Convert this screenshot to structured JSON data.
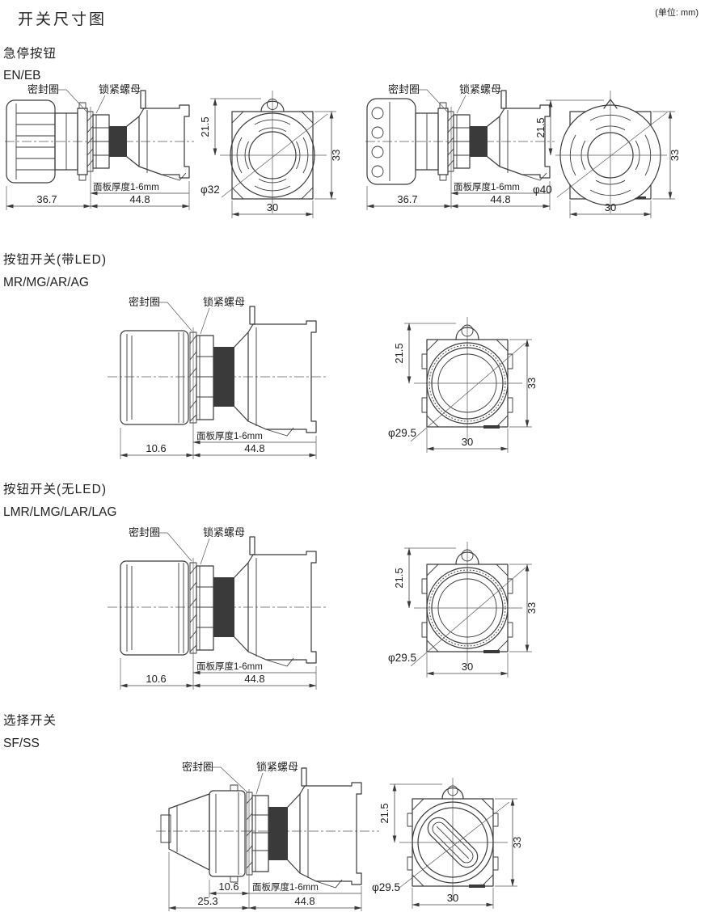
{
  "page": {
    "title": "开关尺寸图",
    "unit_note": "(单位: mm)"
  },
  "callouts": {
    "seal_ring": "密封圈",
    "lock_nut": "锁紧螺母",
    "panel_thickness": "面板厚度1-6mm"
  },
  "sections": [
    {
      "title": "急停按钮",
      "models": "EN/EB",
      "variants": [
        {
          "side": {
            "front_len": "36.7",
            "body_len": "44.8"
          },
          "front": {
            "center_to_top": "21.5",
            "height": "33",
            "diameter": "φ32",
            "width": "30"
          }
        },
        {
          "side": {
            "front_len": "36.7",
            "body_len": "44.8"
          },
          "front": {
            "center_to_top": "21.5",
            "height": "33",
            "diameter": "φ40",
            "width": "30"
          }
        }
      ]
    },
    {
      "title": "按钮开关(带LED)",
      "models": "MR/MG/AR/AG",
      "variants": [
        {
          "side": {
            "front_len": "10.6",
            "body_len": "44.8"
          },
          "front": {
            "center_to_top": "21.5",
            "height": "33",
            "diameter": "φ29.5",
            "width": "30"
          }
        }
      ]
    },
    {
      "title": "按钮开关(无LED)",
      "models": "LMR/LMG/LAR/LAG",
      "variants": [
        {
          "side": {
            "front_len": "10.6",
            "body_len": "44.8"
          },
          "front": {
            "center_to_top": "21.5",
            "height": "33",
            "diameter": "φ29.5",
            "width": "30"
          }
        }
      ]
    },
    {
      "title": "选择开关",
      "models": "SF/SS",
      "variants": [
        {
          "side": {
            "front_len": "10.6",
            "knob_len": "25.3",
            "body_len": "44.8"
          },
          "front": {
            "center_to_top": "21.5",
            "height": "33",
            "diameter": "φ29.5",
            "width": "30"
          }
        }
      ]
    }
  ]
}
